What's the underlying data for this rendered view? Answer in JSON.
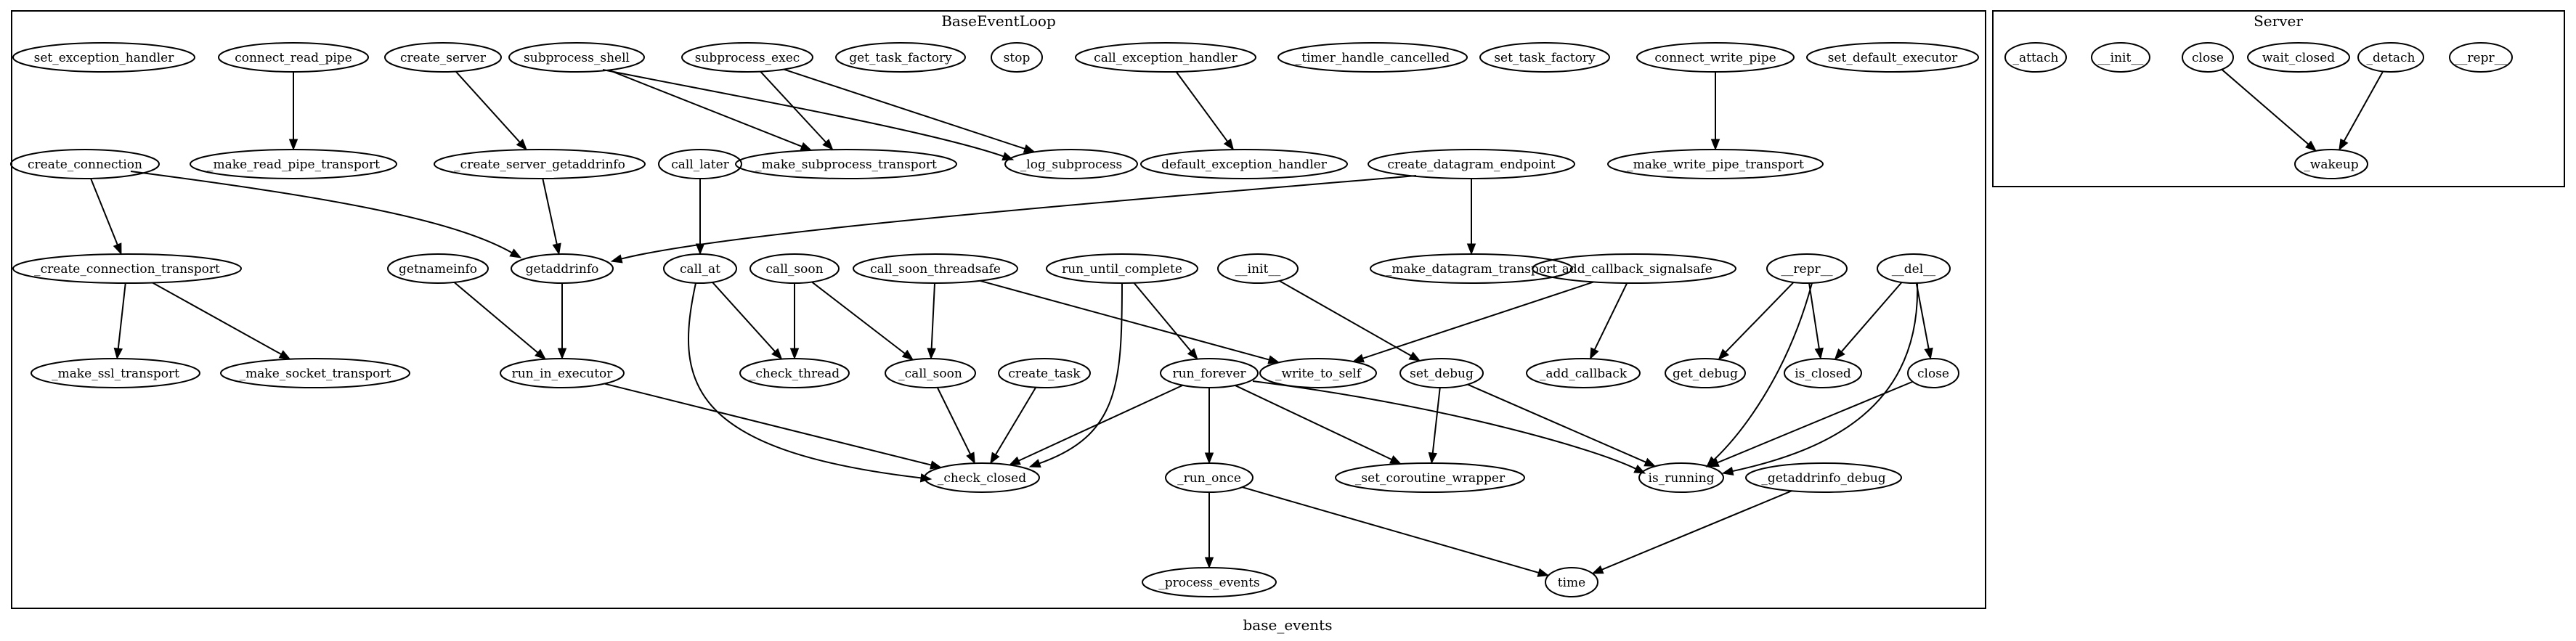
{
  "graph": {
    "caption": "base_events",
    "clusters": [
      {
        "id": "c_base",
        "title": "BaseEventLoop",
        "nodes": [
          {
            "id": "set_exception_handler",
            "label": "set_exception_handler"
          },
          {
            "id": "connect_read_pipe",
            "label": "connect_read_pipe"
          },
          {
            "id": "create_server",
            "label": "create_server"
          },
          {
            "id": "subprocess_shell",
            "label": "subprocess_shell"
          },
          {
            "id": "subprocess_exec",
            "label": "subprocess_exec"
          },
          {
            "id": "get_task_factory",
            "label": "get_task_factory"
          },
          {
            "id": "stop",
            "label": "stop"
          },
          {
            "id": "call_exception_handler",
            "label": "call_exception_handler"
          },
          {
            "id": "_timer_handle_cancelled",
            "label": "_timer_handle_cancelled"
          },
          {
            "id": "set_task_factory",
            "label": "set_task_factory"
          },
          {
            "id": "connect_write_pipe",
            "label": "connect_write_pipe"
          },
          {
            "id": "set_default_executor",
            "label": "set_default_executor"
          },
          {
            "id": "create_connection",
            "label": "create_connection"
          },
          {
            "id": "_make_read_pipe_transport",
            "label": "_make_read_pipe_transport"
          },
          {
            "id": "_create_server_getaddrinfo",
            "label": "_create_server_getaddrinfo"
          },
          {
            "id": "call_later",
            "label": "call_later"
          },
          {
            "id": "_make_subprocess_transport",
            "label": "_make_subprocess_transport"
          },
          {
            "id": "_log_subprocess",
            "label": "_log_subprocess"
          },
          {
            "id": "default_exception_handler",
            "label": "default_exception_handler"
          },
          {
            "id": "create_datagram_endpoint",
            "label": "create_datagram_endpoint"
          },
          {
            "id": "_make_write_pipe_transport",
            "label": "_make_write_pipe_transport"
          },
          {
            "id": "_create_connection_transport",
            "label": "_create_connection_transport"
          },
          {
            "id": "getnameinfo",
            "label": "getnameinfo"
          },
          {
            "id": "getaddrinfo",
            "label": "getaddrinfo"
          },
          {
            "id": "call_at",
            "label": "call_at"
          },
          {
            "id": "call_soon",
            "label": "call_soon"
          },
          {
            "id": "call_soon_threadsafe",
            "label": "call_soon_threadsafe"
          },
          {
            "id": "run_until_complete",
            "label": "run_until_complete"
          },
          {
            "id": "__init__",
            "label": "__init__"
          },
          {
            "id": "_make_datagram_transport",
            "label": "_make_datagram_transport"
          },
          {
            "id": "_add_callback_signalsafe",
            "label": "_add_callback_signalsafe"
          },
          {
            "id": "__repr__",
            "label": "__repr__"
          },
          {
            "id": "__del__",
            "label": "__del__"
          },
          {
            "id": "_make_ssl_transport",
            "label": "_make_ssl_transport"
          },
          {
            "id": "_make_socket_transport",
            "label": "_make_socket_transport"
          },
          {
            "id": "run_in_executor",
            "label": "run_in_executor"
          },
          {
            "id": "_check_thread",
            "label": "_check_thread"
          },
          {
            "id": "_call_soon",
            "label": "_call_soon"
          },
          {
            "id": "create_task",
            "label": "create_task"
          },
          {
            "id": "run_forever",
            "label": "run_forever"
          },
          {
            "id": "_write_to_self",
            "label": "_write_to_self"
          },
          {
            "id": "set_debug",
            "label": "set_debug"
          },
          {
            "id": "_add_callback",
            "label": "_add_callback"
          },
          {
            "id": "get_debug",
            "label": "get_debug"
          },
          {
            "id": "is_closed",
            "label": "is_closed"
          },
          {
            "id": "close",
            "label": "close"
          },
          {
            "id": "_check_closed",
            "label": "_check_closed"
          },
          {
            "id": "_run_once",
            "label": "_run_once"
          },
          {
            "id": "_set_coroutine_wrapper",
            "label": "_set_coroutine_wrapper"
          },
          {
            "id": "is_running",
            "label": "is_running"
          },
          {
            "id": "_getaddrinfo_debug",
            "label": "_getaddrinfo_debug"
          },
          {
            "id": "_process_events",
            "label": "_process_events"
          },
          {
            "id": "time",
            "label": "time"
          }
        ]
      },
      {
        "id": "c_server",
        "title": "Server",
        "nodes": [
          {
            "id": "s_attach",
            "label": "_attach"
          },
          {
            "id": "s_init",
            "label": "__init__"
          },
          {
            "id": "s_close",
            "label": "close"
          },
          {
            "id": "s_wait_closed",
            "label": "wait_closed"
          },
          {
            "id": "s_detach",
            "label": "_detach"
          },
          {
            "id": "s_repr",
            "label": "__repr__"
          },
          {
            "id": "s_wakeup",
            "label": "_wakeup"
          }
        ]
      }
    ],
    "edges": [
      [
        "connect_read_pipe",
        "_make_read_pipe_transport"
      ],
      [
        "create_server",
        "_create_server_getaddrinfo"
      ],
      [
        "subprocess_shell",
        "_make_subprocess_transport"
      ],
      [
        "subprocess_shell",
        "_log_subprocess"
      ],
      [
        "subprocess_exec",
        "_make_subprocess_transport"
      ],
      [
        "subprocess_exec",
        "_log_subprocess"
      ],
      [
        "call_exception_handler",
        "default_exception_handler"
      ],
      [
        "connect_write_pipe",
        "_make_write_pipe_transport"
      ],
      [
        "create_connection",
        "_create_connection_transport"
      ],
      [
        "create_connection",
        "getaddrinfo"
      ],
      [
        "_create_server_getaddrinfo",
        "getaddrinfo"
      ],
      [
        "call_later",
        "call_at"
      ],
      [
        "create_datagram_endpoint",
        "getaddrinfo"
      ],
      [
        "create_datagram_endpoint",
        "_make_datagram_transport"
      ],
      [
        "_create_connection_transport",
        "_make_ssl_transport"
      ],
      [
        "_create_connection_transport",
        "_make_socket_transport"
      ],
      [
        "getnameinfo",
        "run_in_executor"
      ],
      [
        "getaddrinfo",
        "run_in_executor"
      ],
      [
        "call_at",
        "_check_thread"
      ],
      [
        "call_at",
        "_check_closed"
      ],
      [
        "call_soon",
        "_check_thread"
      ],
      [
        "call_soon",
        "_call_soon"
      ],
      [
        "call_soon_threadsafe",
        "_call_soon"
      ],
      [
        "call_soon_threadsafe",
        "_write_to_self"
      ],
      [
        "run_until_complete",
        "run_forever"
      ],
      [
        "run_until_complete",
        "_check_closed"
      ],
      [
        "__init__",
        "set_debug"
      ],
      [
        "_add_callback_signalsafe",
        "_write_to_self"
      ],
      [
        "_add_callback_signalsafe",
        "_add_callback"
      ],
      [
        "__repr__",
        "get_debug"
      ],
      [
        "__repr__",
        "is_closed"
      ],
      [
        "__repr__",
        "is_running"
      ],
      [
        "__del__",
        "is_closed"
      ],
      [
        "__del__",
        "close"
      ],
      [
        "__del__",
        "is_running"
      ],
      [
        "run_in_executor",
        "_check_closed"
      ],
      [
        "_call_soon",
        "_check_closed"
      ],
      [
        "create_task",
        "_check_closed"
      ],
      [
        "run_forever",
        "_check_closed"
      ],
      [
        "run_forever",
        "_run_once"
      ],
      [
        "run_forever",
        "_set_coroutine_wrapper"
      ],
      [
        "run_forever",
        "is_running"
      ],
      [
        "set_debug",
        "_set_coroutine_wrapper"
      ],
      [
        "set_debug",
        "is_running"
      ],
      [
        "close",
        "is_running"
      ],
      [
        "_run_once",
        "_process_events"
      ],
      [
        "_run_once",
        "time"
      ],
      [
        "_getaddrinfo_debug",
        "time"
      ],
      [
        "s_close",
        "s_wakeup"
      ],
      [
        "s_detach",
        "s_wakeup"
      ]
    ]
  }
}
